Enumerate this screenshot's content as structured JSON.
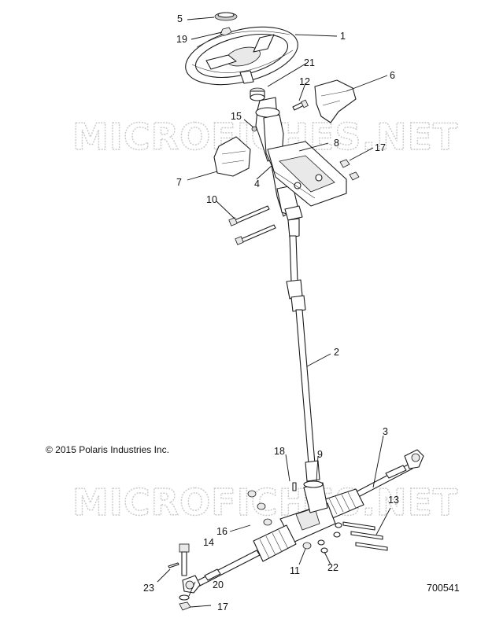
{
  "watermark": {
    "upper": "MICROFICHES.NET",
    "lower": "MICROFICHES.NET"
  },
  "copyright": "© 2015 Polaris Industries Inc.",
  "drawing_number": "700541",
  "callouts": {
    "c1": "1",
    "c2": "2",
    "c3": "3",
    "c4": "4",
    "c5": "5",
    "c6": "6",
    "c7": "7",
    "c8": "8",
    "c9": "9",
    "c10": "10",
    "c11": "11",
    "c12": "12",
    "c13": "13",
    "c14": "14",
    "c15": "15",
    "c16": "16",
    "c17a": "17",
    "c17b": "17",
    "c18": "18",
    "c19": "19",
    "c20": "20",
    "c21": "21",
    "c22": "22",
    "c23": "23"
  }
}
